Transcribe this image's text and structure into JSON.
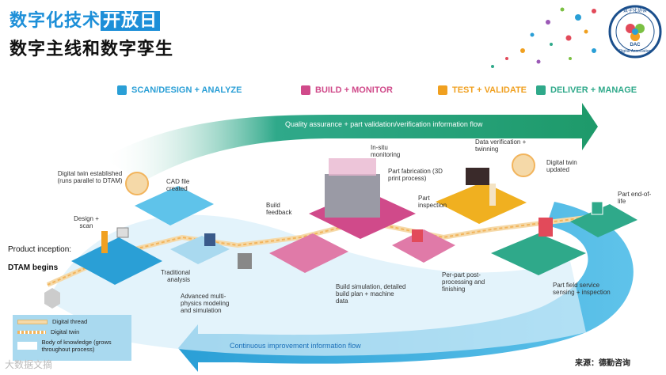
{
  "header": {
    "title_part1": "数字化技术",
    "title_part2": "开放日",
    "subtitle": "数字主线和数字孪生",
    "logo_text": "DAC",
    "logo_ring_text": "数字化协会",
    "logo_sub_text": "Digital Association"
  },
  "stages": [
    {
      "label": "SCAN/DESIGN + ANALYZE",
      "color": "#2a9fd6"
    },
    {
      "label": "BUILD + MONITOR",
      "color": "#d04a8a"
    },
    {
      "label": "TEST + VALIDATE",
      "color": "#f0a020"
    },
    {
      "label": "DELIVER + MANAGE",
      "color": "#2fa98a"
    }
  ],
  "flows": {
    "top": "Quality assurance + part validation/verification information flow",
    "bottom": "Continuous improvement information flow"
  },
  "labels": {
    "product_inception": "Product inception:",
    "dtam_begins": "DTAM begins",
    "design_scan": "Design + scan",
    "digital_twin_established": "Digital twin established (runs parallel to DTAM)",
    "cad_file_created": "CAD file created",
    "traditional_analysis": "Traditional analysis",
    "advanced_multiphysics": "Advanced multi-physics modeling and simulation",
    "build_feedback": "Build feedback",
    "in_situ_monitoring": "In-situ monitoring",
    "part_fabrication": "Part fabrication (3D print process)",
    "build_simulation": "Build simulation, detailed build plan + machine data",
    "per_part_post_processing": "Per-part post-processing and finishing",
    "data_verification": "Data verification + twinning",
    "part_inspection": "Part inspection",
    "digital_twin_updated": "Digital twin updated",
    "part_end_of_life": "Part end-of-life",
    "part_field_service": "Part field service sensing + inspection"
  },
  "legend": [
    {
      "label": "Digital thread",
      "color": "#f5d9a8"
    },
    {
      "label": "Digital twin",
      "color": "#f2b45c"
    },
    {
      "label": "Body of knowledge (grows throughout process)",
      "color": "#ffffff"
    }
  ],
  "footer": {
    "source": "来源：德勤咨询",
    "watermark": "大数据文摘"
  }
}
